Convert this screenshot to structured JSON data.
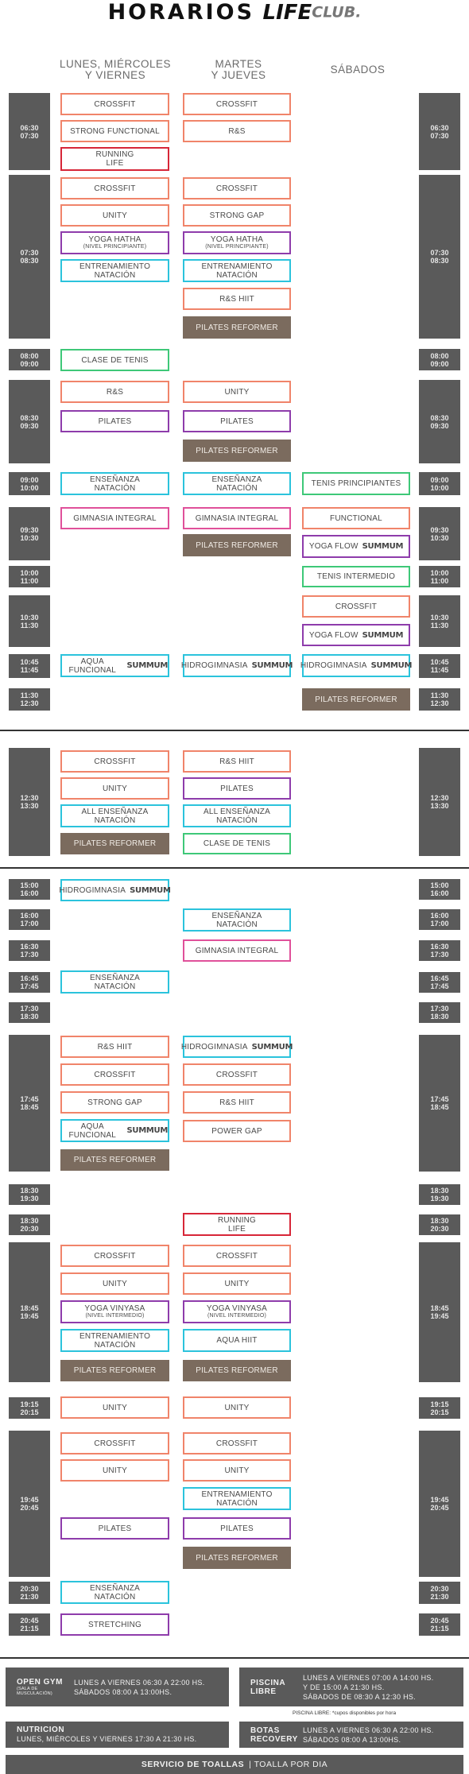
{
  "header": {
    "title_main": "HORARIOS",
    "title_the": "THE",
    "title_life": "LIFE",
    "title_club": "CLUB."
  },
  "columns": {
    "lmv": "LUNES, MIÉRCOLES\nY VIERNES",
    "mj": "MARTES\nY JUEVES",
    "sab": "SÁBADOS"
  },
  "times": [
    "06:30\n07:30",
    "07:30\n08:30",
    "08:00\n09:00",
    "08:30\n09:30",
    "09:00\n10:00",
    "09:30\n10:30",
    "10:00\n11:00",
    "10:30\n11:30",
    "10:45\n11:45",
    "11:30\n12:30",
    "12:30\n13:30",
    "15:00\n16:00",
    "16:00\n17:00",
    "16:30\n17:30",
    "16:45\n17:45",
    "17:30\n18:30",
    "17:45\n18:45",
    "18:30\n19:30",
    "18:30\n20:30",
    "18:45\n19:45",
    "19:15\n20:15",
    "19:45\n20:45",
    "20:30\n21:30",
    "20:45\n21:15"
  ],
  "classes": [
    "CROSSFIT",
    "STRONG FUNCTIONAL",
    "RUNNING\nLIFE",
    "R&S",
    "UNITY",
    "YOGA HATHA",
    "(NIVEL PRINCIPIANTE)",
    "ENTRENAMIENTO\nNATACIÓN",
    "STRONG GAP",
    "R&S HIIT",
    "PILATES REFORMER",
    "CLASE DE TENIS",
    "PILATES",
    "ENSEÑANZA\nNATACIÓN",
    "TENIS PRINCIPIANTES",
    "GIMNASIA INTEGRAL",
    "FUNCTIONAL",
    "YOGA FLOW",
    "TENIS INTERMEDIO",
    "AQUA FUNCIONAL",
    "HIDROGIMNASIA",
    "ALL ENSEÑANZA\nNATACIÓN",
    "POWER GAP",
    "YOGA VINYASA",
    "(NIVEL INTERMEDIO)",
    "AQUA HIIT",
    "STRETCHING"
  ],
  "brand": {
    "summum": "SUMMUM"
  },
  "info": {
    "open_gym": "OPEN GYM",
    "open_gym_sub": "(SALA DE MUSCULACIÓN)",
    "open_gym_hours": "LUNES A VIERNES 06:30 A 22:00 HS.\nSÁBADOS 08:00 A 13:00HS.",
    "piscina": "PISCINA\nLIBRE",
    "piscina_hours": "LUNES A VIERNES 07:00 A 14:00 HS.\nY DE 15:00 A 21:30 HS.\nSÁBADOS DE 08:30 A 12:30 HS.",
    "piscina_note": "PISCINA LIBRE: *cupos disponibles por hora",
    "nutricion": "NUTRICION",
    "nutricion_hours": "LUNES, MIÉRCOLES Y VIERNES 17:30 A 21:30 HS.",
    "botas": "BOTAS\nRECOVERY",
    "botas_hours": "LUNES A VIERNES 06:30 A 22:00 HS.\nSÁBADOS 08:00 A 13:00HS.",
    "toallas_label": "SERVICIO DE TOALLAS",
    "toallas_value": "| TOALLA POR DIA"
  }
}
